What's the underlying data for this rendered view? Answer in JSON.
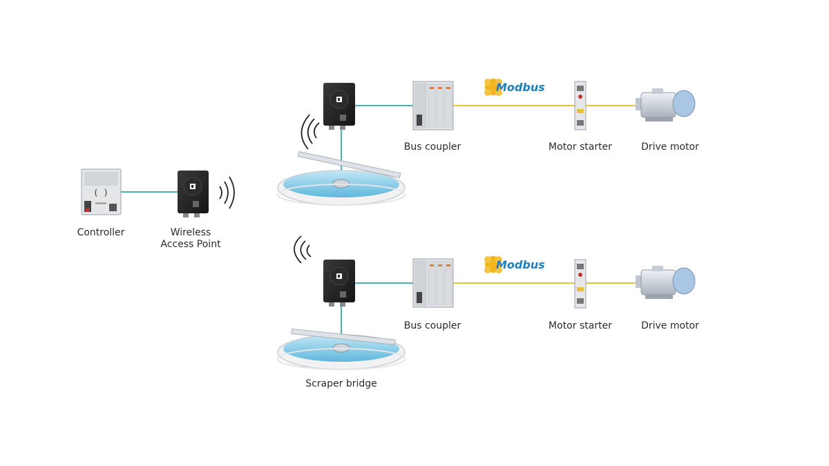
{
  "colors": {
    "ethernet_link": "#49b3ad",
    "modbus_link": "#e6c23c",
    "modbus_text": "#1d7fc0",
    "modbus_logo": "#f2b51f",
    "device_dark": "#1e1e1e",
    "water": "#8fd0ea",
    "motor": "#d9dde2"
  },
  "labels": {
    "controller": "Controller",
    "wap_line1": "Wireless",
    "wap_line2": "Access Point",
    "bus_coupler_top": "Bus coupler",
    "motor_starter_top": "Motor starter",
    "drive_motor_top": "Drive motor",
    "bus_coupler_bottom": "Bus coupler",
    "motor_starter_bottom": "Motor starter",
    "drive_motor_bottom": "Drive motor",
    "scraper_bridge": "Scraper bridge"
  },
  "modbus": {
    "top": "Modbus",
    "bottom": "Modbus"
  },
  "icons": {
    "wireless_module": "wireless-module-icon",
    "controller": "controller-icon",
    "bus_coupler": "bus-coupler-icon",
    "motor_starter": "motor-starter-icon",
    "drive_motor": "drive-motor-icon",
    "clarifier_tank": "clarifier-tank-icon",
    "signal_waves": "signal-waves-icon"
  }
}
